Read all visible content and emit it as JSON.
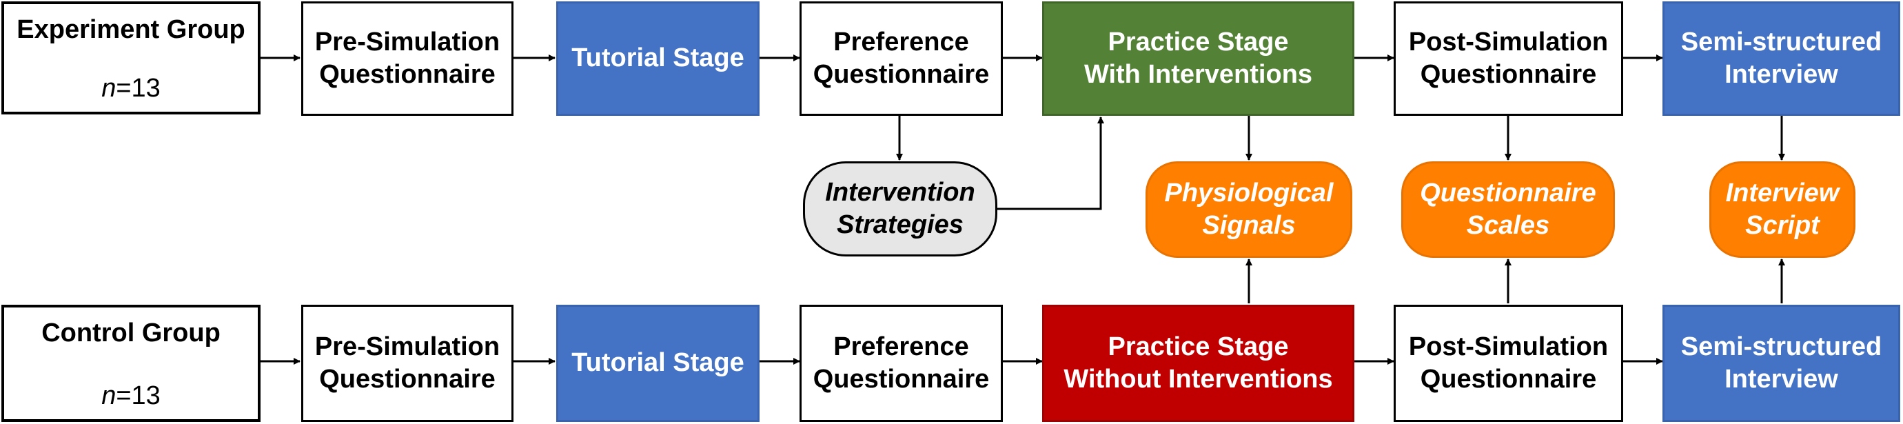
{
  "experiment": {
    "group": {
      "title": "Experiment Group",
      "n_label": "n",
      "n_value": "=13"
    },
    "pre": [
      "Pre-Simulation",
      "Questionnaire"
    ],
    "tutorial": [
      "Tutorial Stage"
    ],
    "preference": [
      "Preference",
      "Questionnaire"
    ],
    "practice": [
      "Practice Stage",
      "With Interventions"
    ],
    "post": [
      "Post-Simulation",
      "Questionnaire"
    ],
    "interview": [
      "Semi-structured",
      "Interview"
    ]
  },
  "control": {
    "group": {
      "title": "Control Group",
      "n_label": "n",
      "n_value": "=13"
    },
    "pre": [
      "Pre-Simulation",
      "Questionnaire"
    ],
    "tutorial": [
      "Tutorial Stage"
    ],
    "preference": [
      "Preference",
      "Questionnaire"
    ],
    "practice": [
      "Practice Stage",
      "Without Interventions"
    ],
    "post": [
      "Post-Simulation",
      "Questionnaire"
    ],
    "interview": [
      "Semi-structured",
      "Interview"
    ]
  },
  "middle": {
    "strategies": [
      "Intervention",
      "Strategies"
    ],
    "physiological": [
      "Physiological",
      "Signals"
    ],
    "scales": [
      "Questionnaire",
      "Scales"
    ],
    "script": [
      "Interview",
      "Script"
    ]
  },
  "colors": {
    "blue": "#4472c4",
    "green": "#538135",
    "red": "#c00000",
    "orange": "#ff7f00",
    "grey": "#e7e6e6"
  }
}
